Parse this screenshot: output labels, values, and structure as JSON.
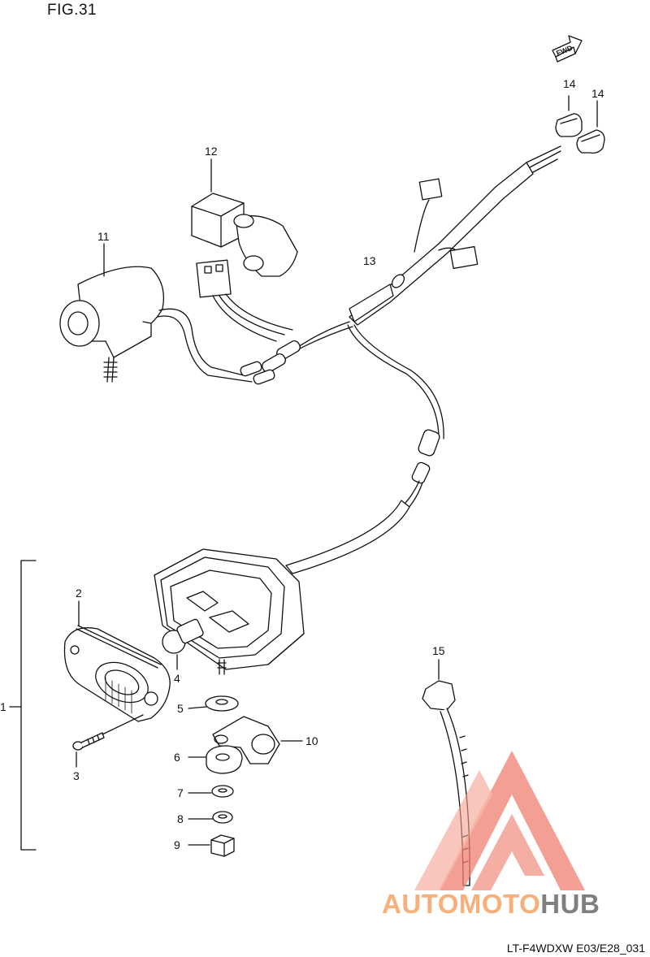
{
  "figure": {
    "title": "FIG.31",
    "footer": "LT-F4WDXW E03/E28_031",
    "direction_label": "FWD"
  },
  "callouts": [
    {
      "id": "c1",
      "text": "1"
    },
    {
      "id": "c2",
      "text": "2"
    },
    {
      "id": "c3",
      "text": "3"
    },
    {
      "id": "c4",
      "text": "4"
    },
    {
      "id": "c5",
      "text": "5"
    },
    {
      "id": "c6",
      "text": "6"
    },
    {
      "id": "c7",
      "text": "7"
    },
    {
      "id": "c8",
      "text": "8"
    },
    {
      "id": "c9",
      "text": "9"
    },
    {
      "id": "c10",
      "text": "10"
    },
    {
      "id": "c11",
      "text": "11"
    },
    {
      "id": "c12",
      "text": "12"
    },
    {
      "id": "c13",
      "text": "13"
    },
    {
      "id": "c14a",
      "text": "14"
    },
    {
      "id": "c14b",
      "text": "14"
    },
    {
      "id": "c15",
      "text": "15"
    }
  ],
  "watermark": {
    "word1": "AUTOMOTO",
    "word2": "HUB",
    "color_primary": "#f08070",
    "color_text1": "#f7b07a",
    "color_text2": "#7f7f7f"
  }
}
